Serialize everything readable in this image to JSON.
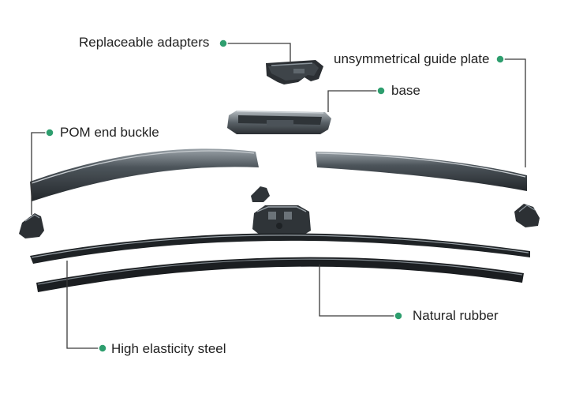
{
  "theme": {
    "leader_color": "#3a3a3a",
    "dot_color": "#2e9e6e",
    "part_dark": "#2b2f33",
    "part_mid": "#4a5157",
    "part_light": "#8a939a"
  },
  "callouts": {
    "adapters": "Replaceable adapters",
    "guide_plate": "unsymmetrical guide plate",
    "base": "base",
    "end_buckle": "POM end  buckle",
    "rubber": "Natural rubber",
    "steel": "High elasticity steel"
  }
}
